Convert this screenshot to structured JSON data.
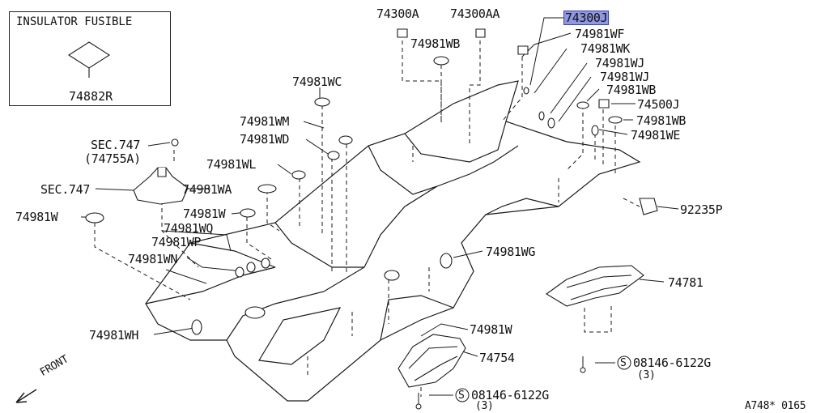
{
  "inset": {
    "title": "INSULATOR FUSIBLE",
    "part": "74882R"
  },
  "labels": {
    "p74300A": "74300A",
    "p74300AA": "74300AA",
    "p74300J": "74300J",
    "p74981WF": "74981WF",
    "p74981WB_top": "74981WB",
    "p74981WK": "74981WK",
    "p74981WJ_1": "74981WJ",
    "p74981WJ_2": "74981WJ",
    "p74981WB_2": "74981WB",
    "p74500J": "74500J",
    "p74981WB_3": "74981WB",
    "p74981WE": "74981WE",
    "p74981WC": "74981WC",
    "p74981WM": "74981WM",
    "p74981WD": "74981WD",
    "p74981WL": "74981WL",
    "p74981WA": "74981WA",
    "sec747a": "SEC.747",
    "sec747a_sub": "(74755A)",
    "sec747b": "SEC.747",
    "p74981W_left": "74981W",
    "p74981W_mid": "74981W",
    "p74981WQ": "74981WQ",
    "p74981WP": "74981WP",
    "p74981WN": "74981WN",
    "p74981WG": "74981WG",
    "p92235P": "92235P",
    "p74781": "74781",
    "p74981WH": "74981WH",
    "p74981W_low": "74981W",
    "p74754": "74754",
    "bolt1": "08146-6122G",
    "bolt1_qty": "(3)",
    "bolt2": "08146-6122G",
    "bolt2_qty": "(3)",
    "s_mark1": "S",
    "s_mark2": "S",
    "front": "FRONT",
    "code": "A748* 0165"
  },
  "colors": {
    "line": "#1a1a1a",
    "highlight": "#8f97e0"
  }
}
